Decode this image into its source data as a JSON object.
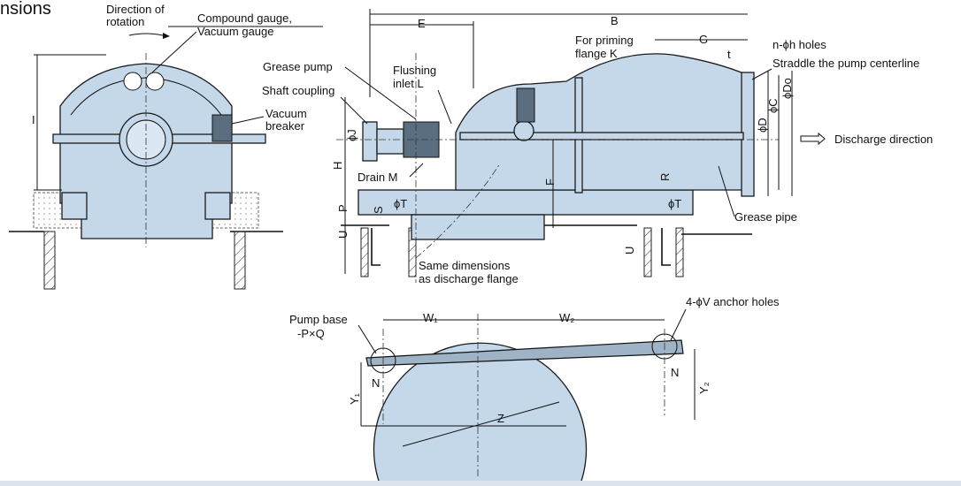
{
  "header": {
    "partial_title": "nsions"
  },
  "labels": {
    "direction_of_rotation_1": "Direction of",
    "direction_of_rotation_2": "rotation",
    "compound_gauge_1": "Compound gauge,",
    "compound_gauge_2": "Vacuum gauge",
    "vacuum_breaker_1": "Vacuum",
    "vacuum_breaker_2": "breaker",
    "grease_pump": "Grease pump",
    "shaft_coupling": "Shaft coupling",
    "flushing_inlet_1": "Flushing",
    "flushing_inlet_2": "inlet L",
    "priming_flange_1": "For priming",
    "priming_flange_2": "flange K",
    "holes": "n-ϕh holes",
    "straddle": "Straddle the pump centerline",
    "discharge_direction": "Discharge direction",
    "drain": "Drain M",
    "grease_pipe": "Grease pipe",
    "same_dims_1": "Same dimensions",
    "same_dims_2": "as discharge flange",
    "pump_base_1": "Pump base",
    "pump_base_2": "-P×Q",
    "anchor_holes": "4-ϕV anchor holes"
  },
  "dimensions": {
    "B": "B",
    "E": "E",
    "G": "G",
    "t": "t",
    "I": "I",
    "H": "H",
    "J": "ϕJ",
    "P": "P",
    "U": "U",
    "F": "F",
    "S": "S",
    "T": "ϕT",
    "R": "R",
    "D": "ϕD",
    "C": "ϕC",
    "Do": "ϕDo",
    "W1": "W₁",
    "W2": "W₂",
    "N": "N",
    "Y1": "Y₁",
    "Y2": "Y₂",
    "Z": "Z"
  }
}
